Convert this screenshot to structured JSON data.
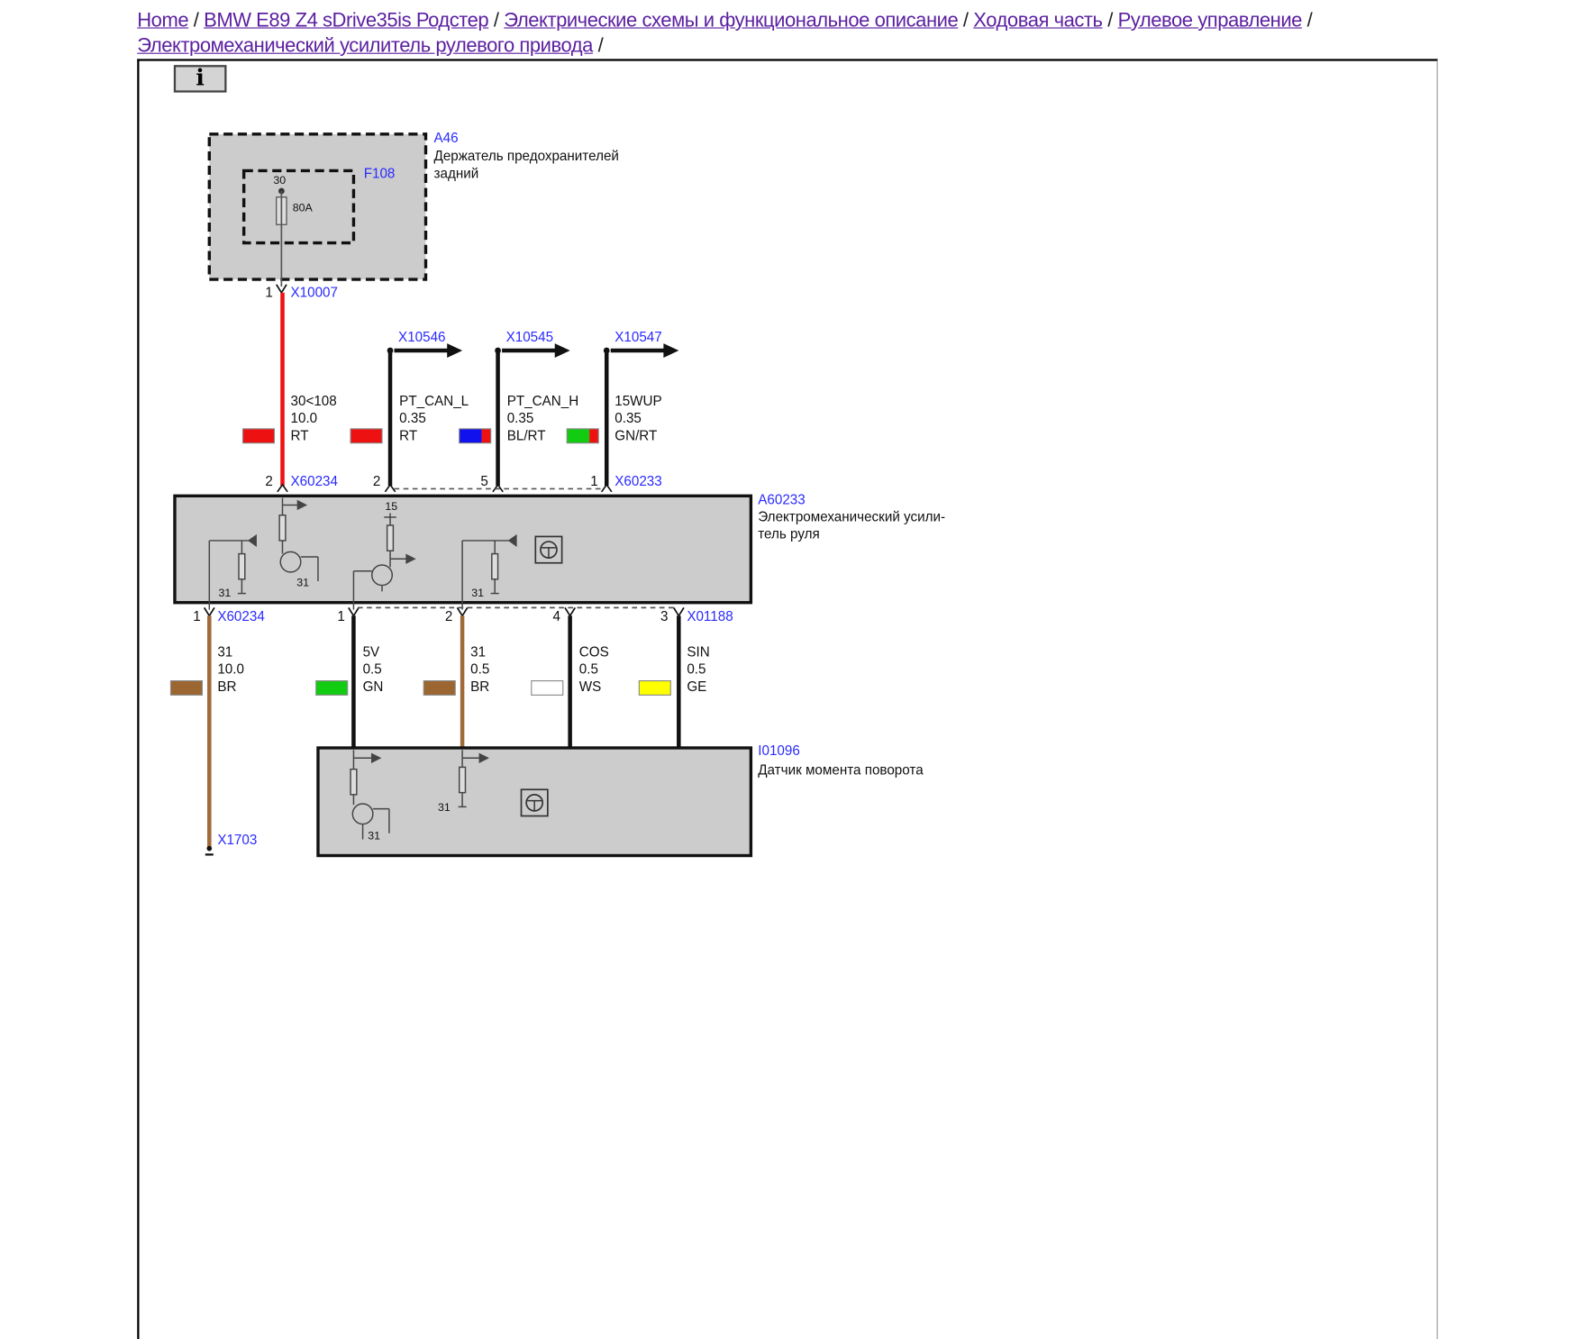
{
  "breadcrumb": [
    {
      "label": "Home"
    },
    {
      "label": "BMW E89 Z4 sDrive35is Родстер"
    },
    {
      "label": "Электрические схемы и функциональное описание"
    },
    {
      "label": "Ходовая часть"
    },
    {
      "label": "Рулевое управление"
    },
    {
      "label": "Электромеханический усилитель рулевого привода"
    }
  ],
  "separator": "/",
  "info_button": "i",
  "colors": {
    "red": "#ee1111",
    "brown": "#a06a3a",
    "green": "#11cc11",
    "blue": "#1111ee",
    "yellow": "#ffff00",
    "white": "#ffffff",
    "box": "#cccccc",
    "label": "#2a2aff"
  },
  "components": {
    "a46": {
      "id": "A46",
      "desc1": "Держатель предохранителей",
      "desc2": "задний"
    },
    "f108": {
      "id": "F108",
      "pin": "30",
      "rating": "80A"
    },
    "a60233": {
      "id": "A60233",
      "desc1": "Электромеханический усили-",
      "desc2": "тель руля",
      "internal": [
        "15",
        "31",
        "31",
        "31"
      ]
    },
    "i01096": {
      "id": "I01096",
      "desc1": "Датчик момента поворота",
      "internal": [
        "31",
        "31"
      ]
    }
  },
  "connectors": {
    "x10007": {
      "id": "X10007",
      "pin": "1"
    },
    "x10546": {
      "id": "X10546"
    },
    "x10545": {
      "id": "X10545"
    },
    "x10547": {
      "id": "X10547"
    },
    "x60234_top": {
      "id": "X60234",
      "pin": "2"
    },
    "x60233": {
      "id": "X60233",
      "pins": [
        "2",
        "5",
        "1"
      ]
    },
    "x60234_bot": {
      "id": "X60234",
      "pin": "1"
    },
    "x01188": {
      "id": "X01188",
      "pins": [
        "1",
        "2",
        "4",
        "3"
      ]
    },
    "x1703": {
      "id": "X1703"
    }
  },
  "wires_top": [
    {
      "signal": "30<108",
      "size": "10.0",
      "color": "RT"
    },
    {
      "signal": "PT_CAN_L",
      "size": "0.35",
      "color": "RT"
    },
    {
      "signal": "PT_CAN_H",
      "size": "0.35",
      "color": "BL/RT"
    },
    {
      "signal": "15WUP",
      "size": "0.35",
      "color": "GN/RT"
    }
  ],
  "wires_bottom": [
    {
      "signal": "31",
      "size": "10.0",
      "color": "BR"
    },
    {
      "signal": "5V",
      "size": "0.5",
      "color": "GN"
    },
    {
      "signal": "31",
      "size": "0.5",
      "color": "BR"
    },
    {
      "signal": "COS",
      "size": "0.5",
      "color": "WS"
    },
    {
      "signal": "SIN",
      "size": "0.5",
      "color": "GE"
    }
  ]
}
